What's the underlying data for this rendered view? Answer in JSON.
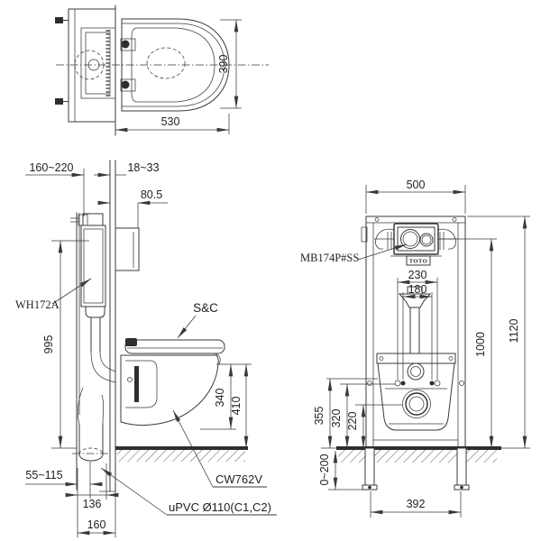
{
  "colors": {
    "line": "#3a3a3a",
    "background": "#ffffff",
    "fill_dark": "#2e2e2e"
  },
  "drawing": {
    "plan": {
      "dim_seat_depth": "530",
      "dim_seat_width": "390"
    },
    "side": {
      "dim_frame_depth": "160~220",
      "dim_wall_board": "18~33",
      "dim_plate_offset": "80.5",
      "label_cistern": "WH172A",
      "dim_height": "995",
      "label_seat": "S&C",
      "dim_bowl_height": "340",
      "dim_rim_height": "410",
      "dim_drain_offset": "55~115",
      "dim_pipe_depth": "136",
      "dim_base_depth": "160",
      "label_bowl": "CW762V",
      "label_drain_pipe": "uPVC Ø110(C1,C2)"
    },
    "front": {
      "dim_frame_width": "500",
      "label_flush_plate": "MB174P#SS",
      "logo": "TOTO",
      "dim_bolt_span_outer": "230",
      "dim_bolt_span_inner": "180",
      "dim_plate_center_height": "1000",
      "dim_frame_height": "1120",
      "dim_inlet_height": "355",
      "dim_bolt_height": "320",
      "dim_drain_height": "220",
      "dim_leg_adjust": "0~200",
      "dim_leg_span": "392"
    }
  }
}
